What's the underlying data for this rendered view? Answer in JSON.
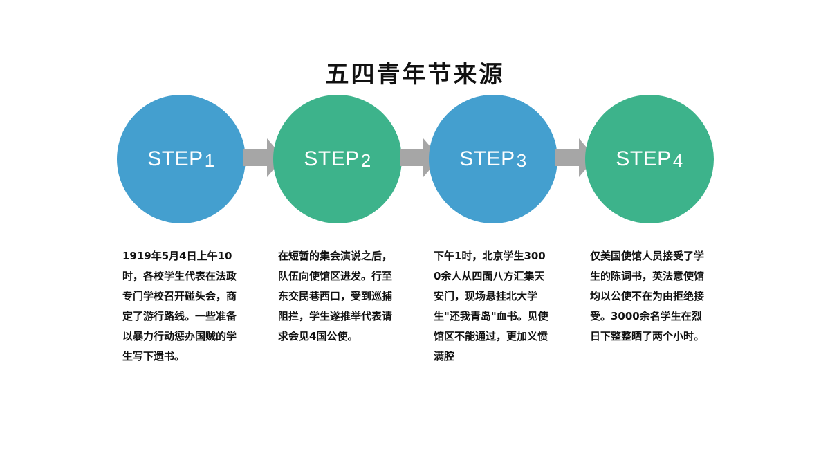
{
  "title": "五四青年节来源",
  "colors": {
    "blue": "#449fcf",
    "green": "#3db38b",
    "arrow": "#a6a6a6"
  },
  "steps": [
    {
      "label": "STEP",
      "number": "1",
      "color": "blue",
      "description": "1919年5月4日上午10时，各校学生代表在法政专门学校召开碰头会，商定了游行路线。一些准备以暴力行动惩办国贼的学生写下遗书。"
    },
    {
      "label": "STEP",
      "number": "2",
      "color": "green",
      "description": "在短暂的集会演说之后，队伍向使馆区进发。行至东交民巷西口，受到巡捕阻拦，学生遂推举代表请求会见4国公使。"
    },
    {
      "label": "STEP",
      "number": "3",
      "color": "blue",
      "description": "下午1时，北京学生3000余人从四面八方汇集天安门，现场悬挂北大学生\"还我青岛\"血书。见使馆区不能通过，更加义愤满腔"
    },
    {
      "label": "STEP",
      "number": "4",
      "color": "green",
      "description": "仅美国使馆人员接受了学生的陈词书，英法意使馆均以公使不在为由拒绝接受。3000余名学生在烈日下整整晒了两个小时。"
    }
  ]
}
